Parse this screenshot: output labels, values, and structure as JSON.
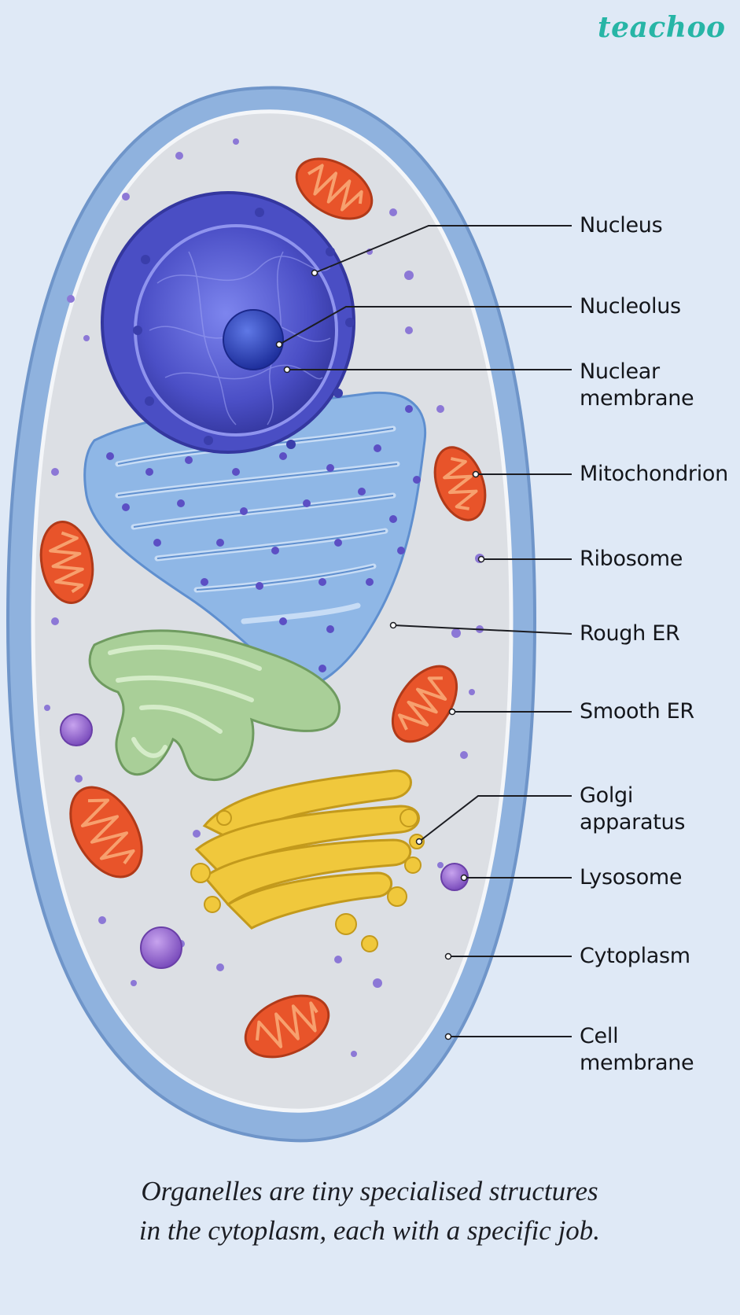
{
  "brand": {
    "name": "teachoo"
  },
  "labels": [
    {
      "id": "nucleus",
      "text": "Nucleus"
    },
    {
      "id": "nucleolus",
      "text": "Nucleolus"
    },
    {
      "id": "nuclear-membrane",
      "line1": "Nuclear",
      "line2": "membrane"
    },
    {
      "id": "mitochondrion",
      "text": "Mitochondrion"
    },
    {
      "id": "ribosome",
      "text": "Ribosome"
    },
    {
      "id": "rough-er",
      "text": "Rough ER"
    },
    {
      "id": "smooth-er",
      "text": "Smooth ER"
    },
    {
      "id": "golgi-apparatus",
      "text": "Golgi apparatus"
    },
    {
      "id": "lysosome",
      "text": "Lysosome"
    },
    {
      "id": "cytoplasm",
      "text": "Cytoplasm"
    },
    {
      "id": "cell-membrane",
      "text": "Cell membrane"
    }
  ],
  "caption": {
    "line1": "Organelles are tiny specialised structures",
    "line2": "in the cytoplasm, each with a specific job."
  },
  "colors": {
    "background": "#dfe9f6",
    "cell_membrane": "#8fb2de",
    "cytoplasm": "#dcdfe4",
    "nucleus": "#5a5fd0",
    "rough_er": "#8fb7e6",
    "smooth_er": "#a9cf98",
    "golgi": "#f0c83c",
    "mitochondrion": "#e8542a",
    "lysosome": "#9a6ad0",
    "brand": "#27b5a6"
  }
}
